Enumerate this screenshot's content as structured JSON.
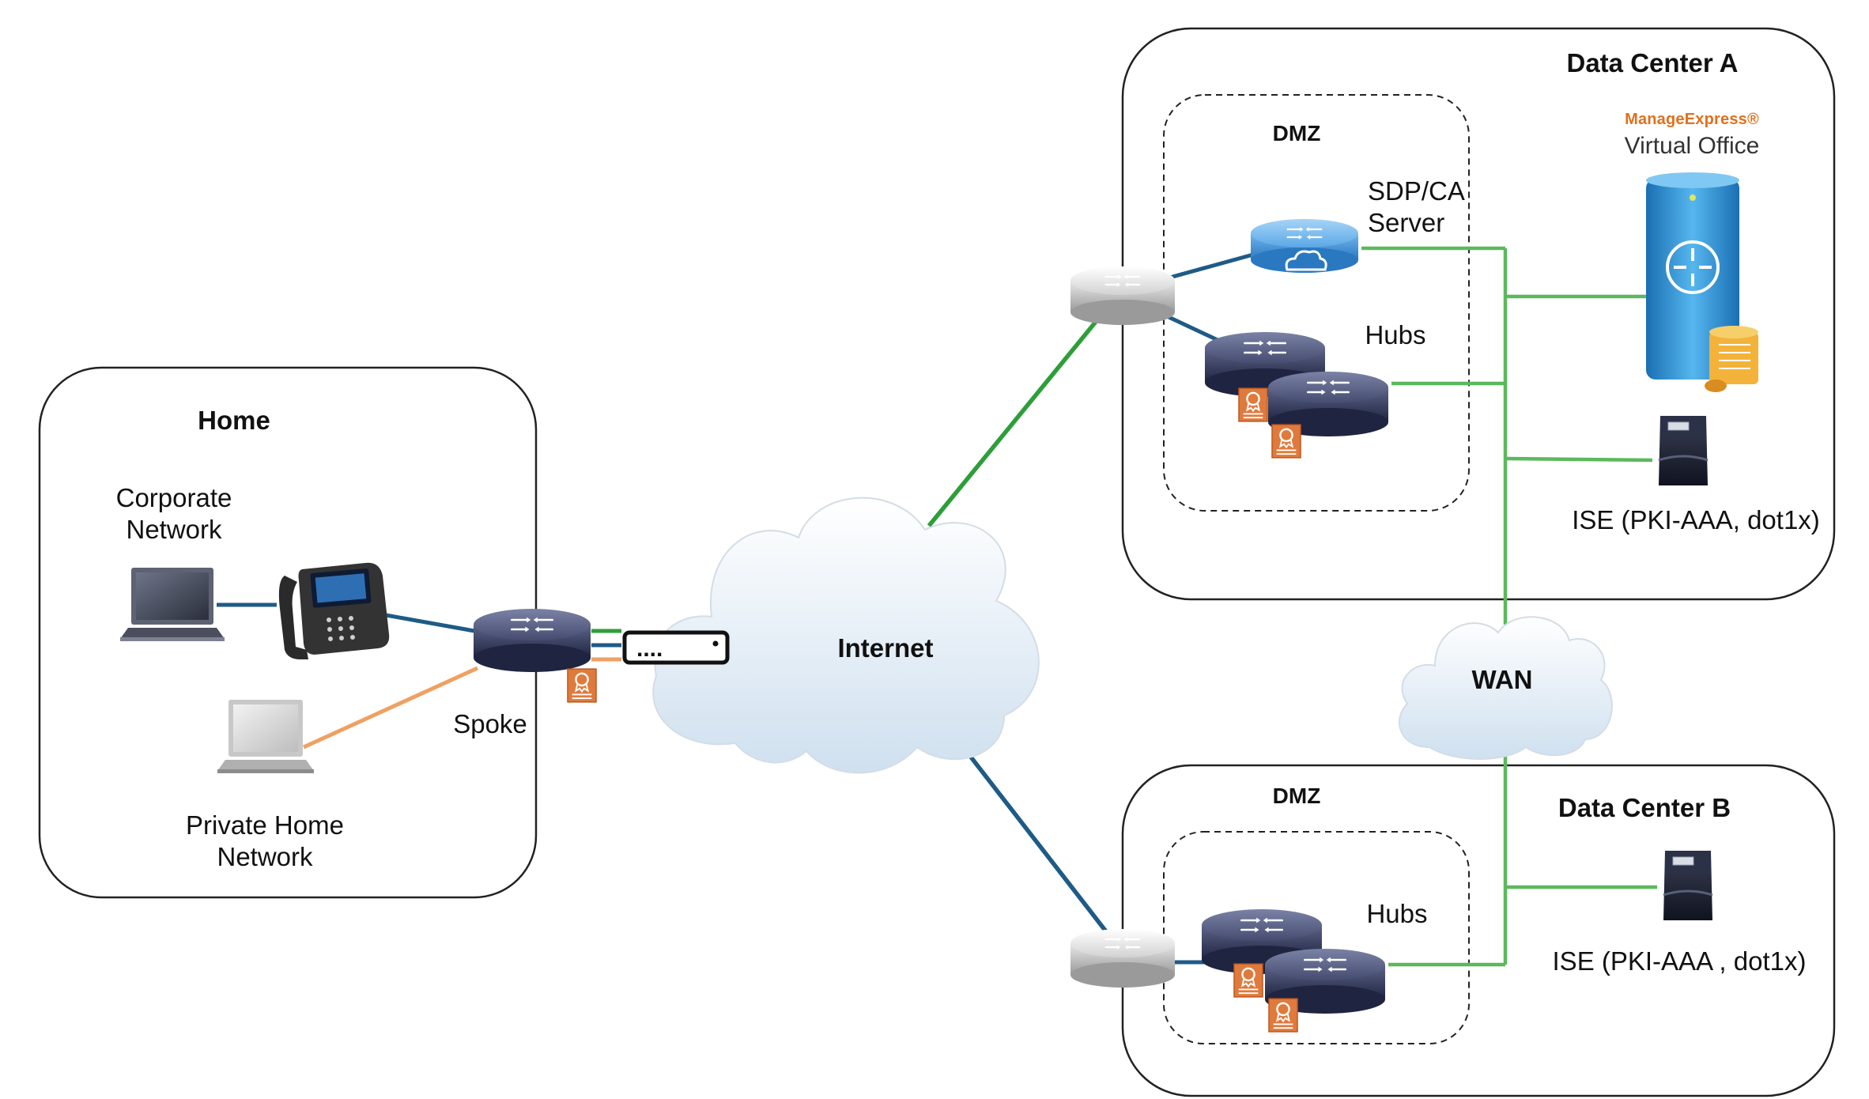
{
  "colors": {
    "green_link": "#2e9e3a",
    "blue_link": "#1e5b86",
    "orange_link": "#f0a060",
    "wan_line": "#5cb85c",
    "router_dark": "#2d3350",
    "router_gray": "#c9c9c9",
    "router_blue": "#3a8fd6",
    "cert_orange": "#e07a3c",
    "cloud_fill": "#e8f0f8"
  },
  "zones": {
    "home": {
      "title": "Home"
    },
    "dc_a": {
      "title": "Data Center A",
      "dmz": "DMZ"
    },
    "dc_b": {
      "title": "Data Center B",
      "dmz": "DMZ"
    }
  },
  "nodes": {
    "corporate_network": "Corporate\nNetwork",
    "private_home_network": "Private Home\nNetwork",
    "spoke": "Spoke",
    "internet": "Internet",
    "wan": "WAN",
    "sdp_ca_server": "SDP/CA\nServer",
    "hubs_a": "Hubs",
    "hubs_b": "Hubs",
    "ise_a": "ISE (PKI-AAA, dot1x)",
    "ise_b": "ISE (PKI-AAA , dot1x)",
    "modem_dots": "....",
    "brand_line1": "ManageExpress®",
    "brand_line2": "Virtual Office"
  },
  "icons": [
    "laptop-icon",
    "ip-phone-icon",
    "router-icon",
    "certificate-icon",
    "modem-icon",
    "cloud-icon",
    "server-icon",
    "virtual-office-server-icon"
  ]
}
